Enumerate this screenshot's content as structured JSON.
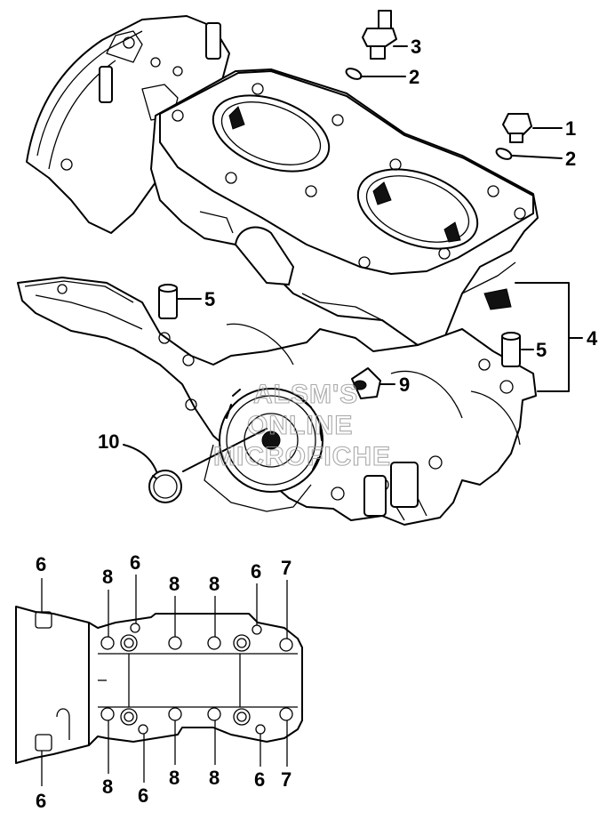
{
  "callouts": {
    "c1": "1",
    "c2a": "2",
    "c2b": "2",
    "c3": "3",
    "c4": "4",
    "c5a": "5",
    "c5b": "5",
    "c9": "9",
    "c10": "10"
  },
  "bottom_labels_top": [
    "6",
    "8",
    "6",
    "8",
    "8",
    "6",
    "7"
  ],
  "bottom_labels_bottom": [
    "6",
    "8",
    "6",
    "8",
    "8",
    "6",
    "7"
  ],
  "watermark": [
    "ALSM'S",
    "ONLINE",
    "MICROFICHE"
  ]
}
